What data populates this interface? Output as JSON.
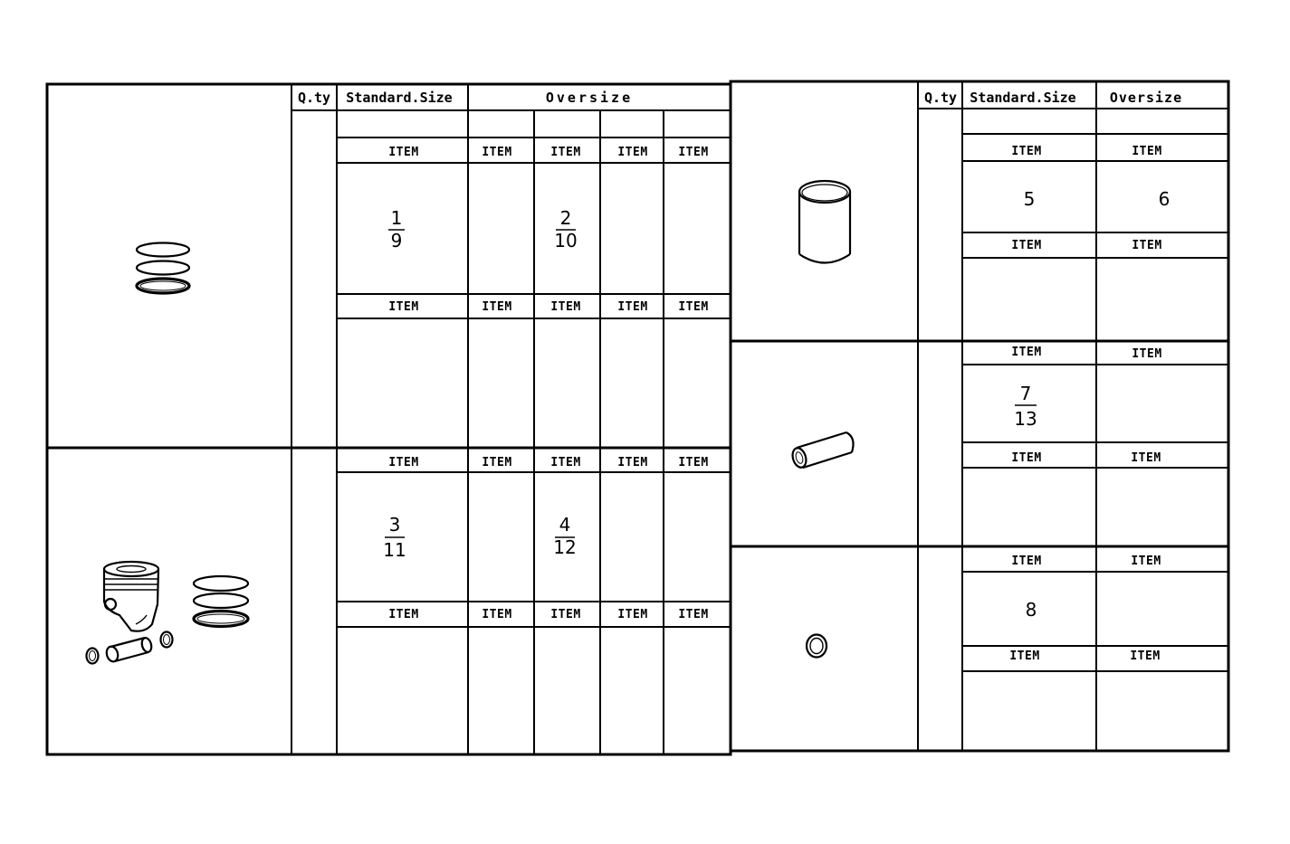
{
  "left_table": {
    "headers": {
      "qty": "Q.ty",
      "standard": "Standard.Size",
      "oversize": "Oversize"
    },
    "item_label": "ITEM",
    "rings_group": {
      "standard_ref": {
        "top": "1",
        "bottom": "9"
      },
      "oversize_ref": {
        "top": "2",
        "bottom": "10"
      }
    },
    "piston_group": {
      "standard_ref": {
        "top": "3",
        "bottom": "11"
      },
      "oversize_ref": {
        "top": "4",
        "bottom": "12"
      }
    }
  },
  "right_table": {
    "headers": {
      "qty": "Q.ty",
      "standard": "Standard.Size",
      "oversize": "Oversize"
    },
    "item_label": "ITEM",
    "liner_group": {
      "standard_ref": "5",
      "oversize_ref": "6"
    },
    "pin_group": {
      "standard_ref": {
        "top": "7",
        "bottom": "13"
      }
    },
    "clip_group": {
      "standard_ref": "8"
    }
  },
  "illustrations": [
    "piston-rings-icon",
    "piston-assembly-icon",
    "cylinder-liner-icon",
    "piston-pin-icon",
    "circlip-icon"
  ]
}
